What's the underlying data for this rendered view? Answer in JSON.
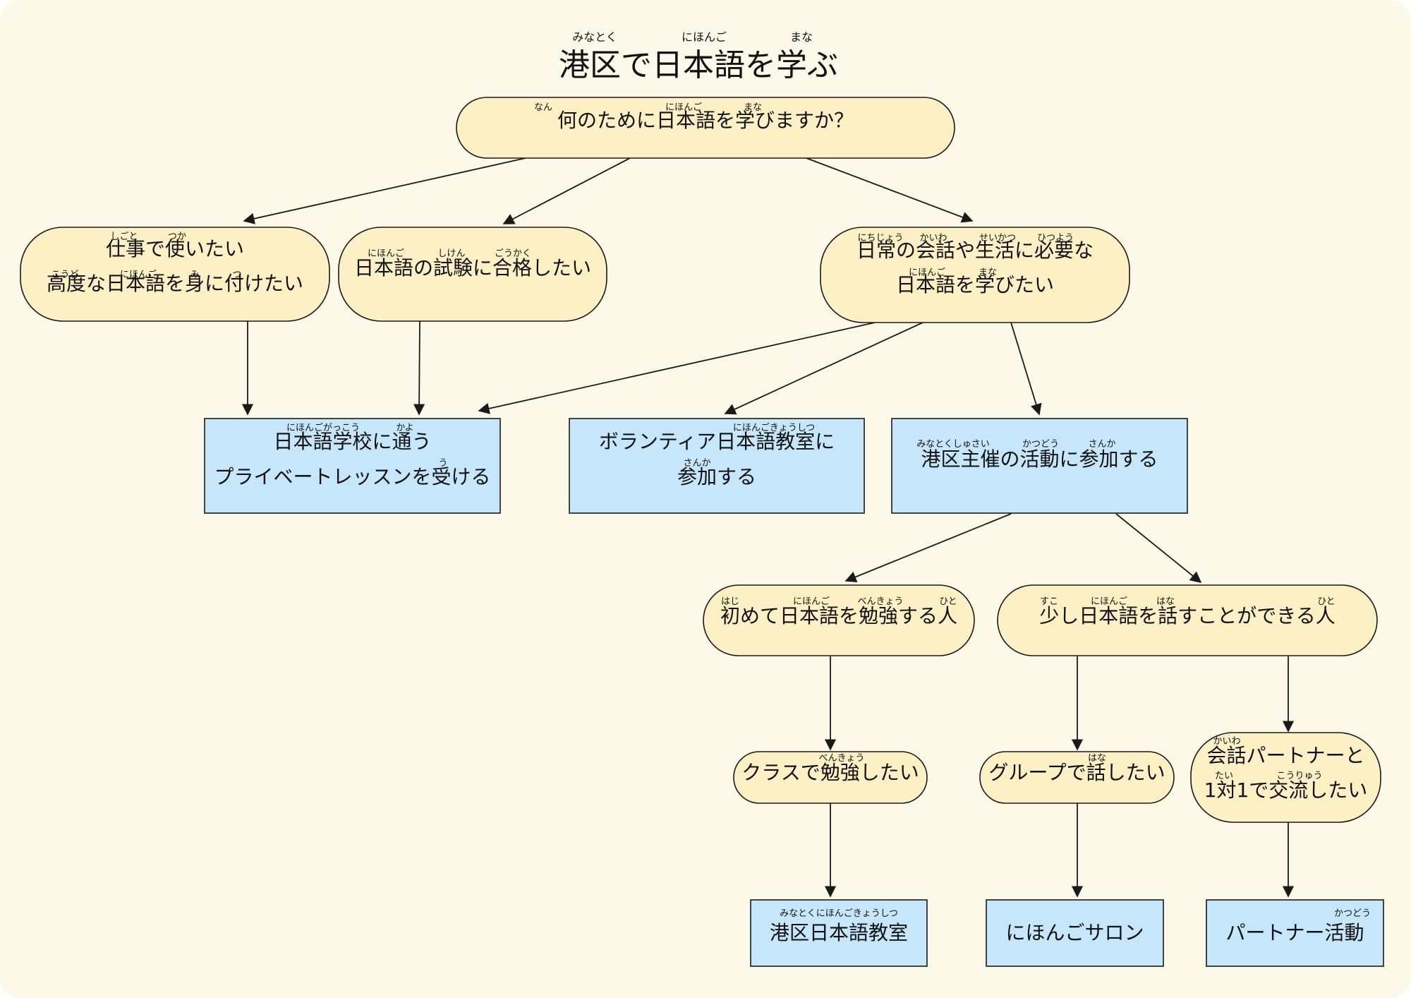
{
  "title": {
    "text": "港区で日本語を学ぶ",
    "ruby": [
      "みなとく",
      "にほんご",
      "まな"
    ]
  },
  "colors": {
    "background": "#fdf9e9",
    "question_node": "#fdf0c4",
    "action_node": "#c5e6fb",
    "stroke": "#1a1a1a"
  },
  "nodes": {
    "q_root": {
      "lines": [
        "何のために日本語を学びますか？"
      ],
      "ruby": [
        [
          "なん",
          "にほんご",
          "まな"
        ]
      ]
    },
    "q_work": {
      "lines": [
        "仕事で使いたい",
        "高度な日本語を身に付けたい"
      ],
      "ruby": [
        [
          "しごと",
          "つか"
        ],
        [
          "こうど",
          "にほんご",
          "み",
          "つ"
        ]
      ]
    },
    "q_exam": {
      "lines": [
        "日本語の試験に合格したい"
      ],
      "ruby": [
        [
          "にほんご",
          "しけん",
          "ごうかく"
        ]
      ]
    },
    "q_daily": {
      "lines": [
        "日常の会話や生活に必要な",
        "日本語を学びたい"
      ],
      "ruby": [
        [
          "にちじょう",
          "かいわ",
          "せいかつ",
          "ひつよう"
        ],
        [
          "にほんご",
          "まな"
        ]
      ]
    },
    "a_school": {
      "lines": [
        "日本語学校に通う",
        "プライベートレッスンを受ける"
      ],
      "ruby": [
        [
          "にほんごがっこう",
          "かよ"
        ],
        [
          "う"
        ]
      ]
    },
    "a_volunteer": {
      "lines": [
        "ボランティア日本語教室に",
        "参加する"
      ],
      "ruby": [
        [
          "にほんごきょうしつ"
        ],
        [
          "さんか"
        ]
      ]
    },
    "a_minato": {
      "lines": [
        "港区主催の活動に参加する"
      ],
      "ruby": [
        [
          "みなとくしゅさい",
          "かつどう",
          "さんか"
        ]
      ]
    },
    "q_beginner": {
      "lines": [
        "初めて日本語を勉強する人"
      ],
      "ruby": [
        [
          "はじ",
          "にほんご",
          "べんきょう",
          "ひと"
        ]
      ]
    },
    "q_some": {
      "lines": [
        "少し日本語を話すことができる人"
      ],
      "ruby": [
        [
          "すこ",
          "にほんご",
          "はな",
          "ひと"
        ]
      ]
    },
    "q_class": {
      "lines": [
        "クラスで勉強したい"
      ],
      "ruby": [
        [
          "べんきょう"
        ]
      ]
    },
    "q_group": {
      "lines": [
        "グループで話したい"
      ],
      "ruby": [
        [
          "はな"
        ]
      ]
    },
    "q_partner": {
      "lines": [
        "会話パートナーと",
        "1対1で交流したい"
      ],
      "ruby": [
        [
          "かいわ"
        ],
        [
          "たい",
          "こうりゅう"
        ]
      ]
    },
    "a_classroom": {
      "lines": [
        "港区日本語教室"
      ],
      "ruby": [
        [
          "みなとくにほんごきょうしつ"
        ]
      ]
    },
    "a_salon": {
      "lines": [
        "にほんごサロン"
      ],
      "ruby": [
        []
      ]
    },
    "a_partner": {
      "lines": [
        "パートナー活動"
      ],
      "ruby": [
        [
          "かつどう"
        ]
      ]
    }
  }
}
